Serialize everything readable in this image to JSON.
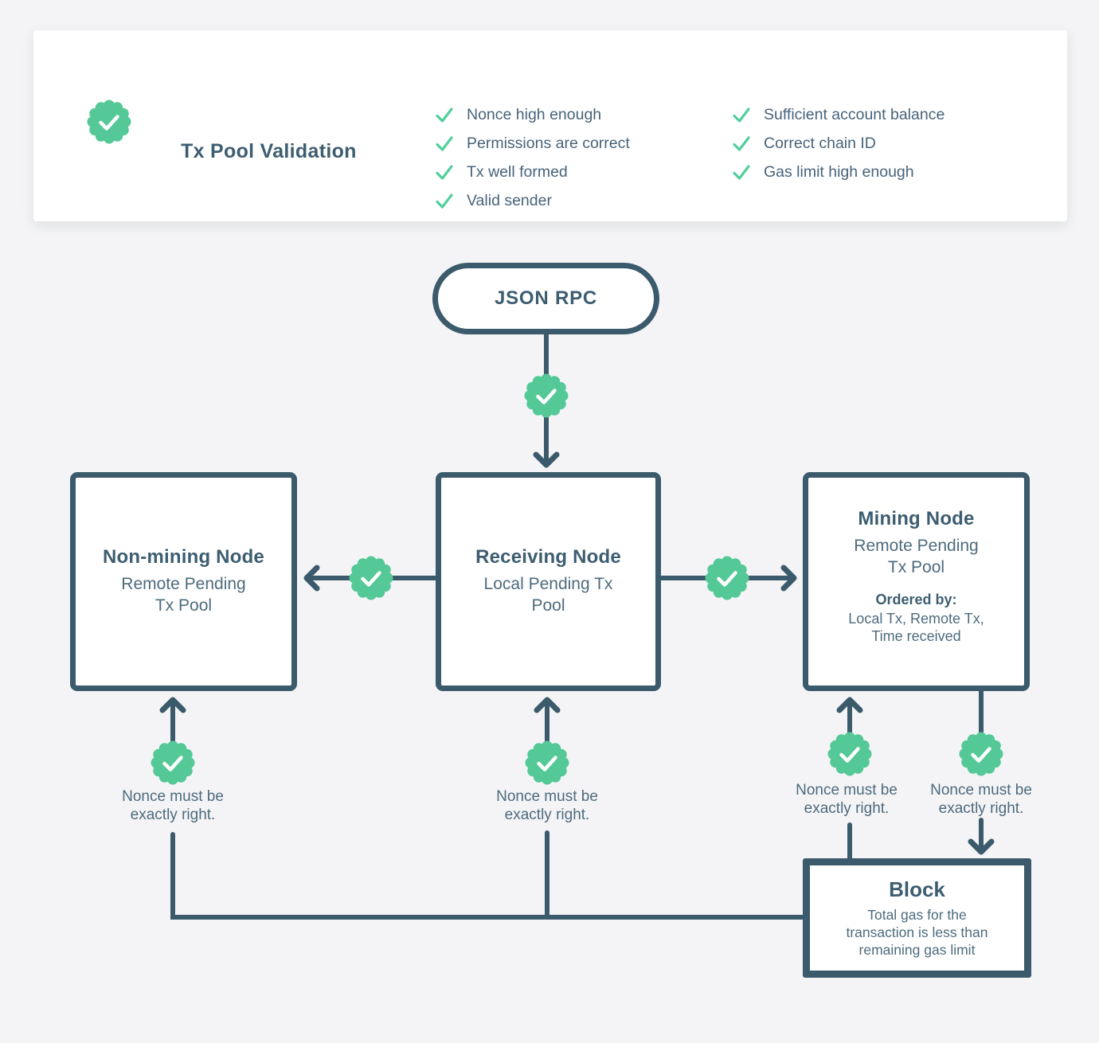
{
  "validation_card": {
    "title": "Tx Pool Validation",
    "checks_col1": [
      "Nonce high enough",
      "Permissions are correct",
      "Tx well formed",
      "Valid sender"
    ],
    "checks_col2": [
      "Sufficient account balance",
      "Correct chain ID",
      "Gas limit high enough"
    ]
  },
  "diagram": {
    "json_rpc_label": "JSON RPC",
    "non_mining_node": {
      "title": "Non-mining Node",
      "subtitle": "Remote Pending Tx Pool"
    },
    "receiving_node": {
      "title": "Receiving Node",
      "subtitle": "Local Pending Tx Pool"
    },
    "mining_node": {
      "title": "Mining Node",
      "subtitle": "Remote Pending Tx Pool",
      "ordered_by_label": "Ordered by:",
      "ordered_by_value": "Local Tx, Remote Tx, Time received"
    },
    "block_node": {
      "title": "Block",
      "subtitle": "Total gas for the transaction is less than remaining gas limit"
    },
    "nonce_note": "Nonce must be exactly right."
  },
  "colors": {
    "accent_green": "#54c997",
    "slate": "#3b5a6b",
    "body_text": "#4d6b7d",
    "background": "#f4f4f6",
    "card_background": "#ffffff"
  }
}
